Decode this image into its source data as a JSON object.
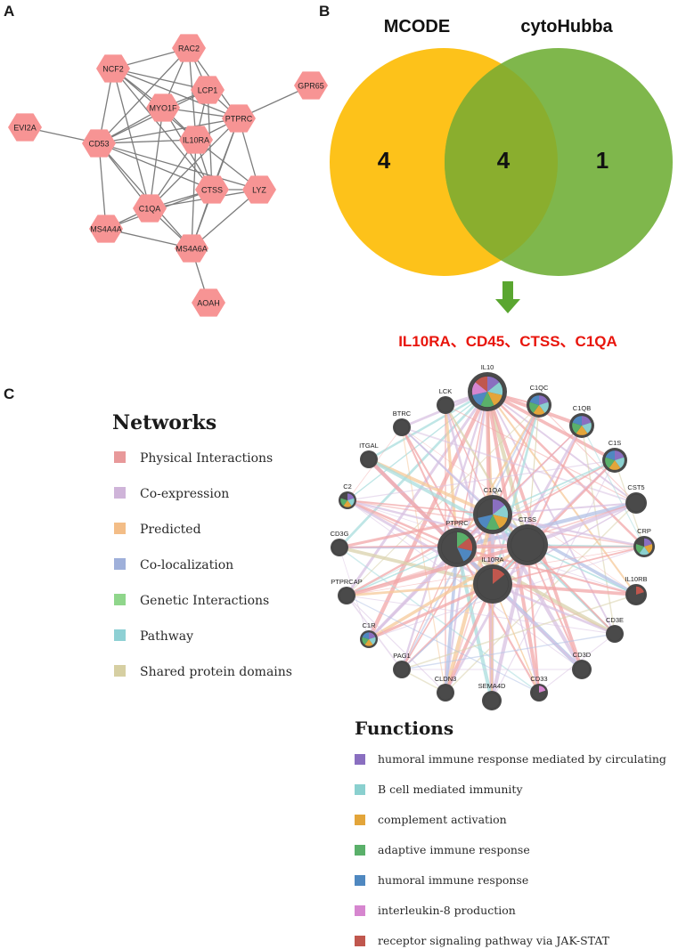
{
  "panels": {
    "a": "A",
    "b": "B",
    "c": "C"
  },
  "ppi_network": {
    "nodes": [
      {
        "id": "RAC2"
      },
      {
        "id": "NCF2"
      },
      {
        "id": "GPR65"
      },
      {
        "id": "LCP1"
      },
      {
        "id": "MYO1F"
      },
      {
        "id": "PTPRC"
      },
      {
        "id": "EVI2A"
      },
      {
        "id": "CD53"
      },
      {
        "id": "IL10RA"
      },
      {
        "id": "CTSS"
      },
      {
        "id": "LYZ"
      },
      {
        "id": "C1QA"
      },
      {
        "id": "MS4A4A"
      },
      {
        "id": "MS4A6A"
      },
      {
        "id": "AOAH"
      }
    ],
    "edges": [
      [
        "RAC2",
        "NCF2"
      ],
      [
        "RAC2",
        "LCP1"
      ],
      [
        "RAC2",
        "MYO1F"
      ],
      [
        "RAC2",
        "PTPRC"
      ],
      [
        "RAC2",
        "CD53"
      ],
      [
        "RAC2",
        "IL10RA"
      ],
      [
        "NCF2",
        "MYO1F"
      ],
      [
        "NCF2",
        "LCP1"
      ],
      [
        "NCF2",
        "PTPRC"
      ],
      [
        "NCF2",
        "IL10RA"
      ],
      [
        "NCF2",
        "CTSS"
      ],
      [
        "NCF2",
        "CD53"
      ],
      [
        "NCF2",
        "C1QA"
      ],
      [
        "GPR65",
        "PTPRC"
      ],
      [
        "LCP1",
        "MYO1F"
      ],
      [
        "LCP1",
        "PTPRC"
      ],
      [
        "LCP1",
        "IL10RA"
      ],
      [
        "LCP1",
        "CD53"
      ],
      [
        "LCP1",
        "CTSS"
      ],
      [
        "MYO1F",
        "PTPRC"
      ],
      [
        "MYO1F",
        "IL10RA"
      ],
      [
        "MYO1F",
        "CD53"
      ],
      [
        "MYO1F",
        "CTSS"
      ],
      [
        "MYO1F",
        "C1QA"
      ],
      [
        "PTPRC",
        "IL10RA"
      ],
      [
        "PTPRC",
        "CD53"
      ],
      [
        "PTPRC",
        "CTSS"
      ],
      [
        "PTPRC",
        "LYZ"
      ],
      [
        "PTPRC",
        "C1QA"
      ],
      [
        "PTPRC",
        "MS4A6A"
      ],
      [
        "EVI2A",
        "CD53"
      ],
      [
        "CD53",
        "IL10RA"
      ],
      [
        "CD53",
        "CTSS"
      ],
      [
        "CD53",
        "C1QA"
      ],
      [
        "CD53",
        "MS4A4A"
      ],
      [
        "CD53",
        "MS4A6A"
      ],
      [
        "CD53",
        "LYZ"
      ],
      [
        "IL10RA",
        "CTSS"
      ],
      [
        "IL10RA",
        "C1QA"
      ],
      [
        "IL10RA",
        "LYZ"
      ],
      [
        "IL10RA",
        "MS4A6A"
      ],
      [
        "CTSS",
        "LYZ"
      ],
      [
        "CTSS",
        "C1QA"
      ],
      [
        "CTSS",
        "MS4A6A"
      ],
      [
        "CTSS",
        "MS4A4A"
      ],
      [
        "LYZ",
        "C1QA"
      ],
      [
        "LYZ",
        "MS4A6A"
      ],
      [
        "C1QA",
        "MS4A4A"
      ],
      [
        "C1QA",
        "MS4A6A"
      ],
      [
        "MS4A4A",
        "MS4A6A"
      ],
      [
        "MS4A6A",
        "AOAH"
      ]
    ],
    "node_color": "#f79494"
  },
  "venn": {
    "left_title": "MCODE",
    "right_title": "cytoHubba",
    "left_only": "4",
    "intersection": "4",
    "right_only": "1",
    "left_color": "#fdc21a",
    "right_color": "#7fb74c",
    "overlap_color": "#8aae2e",
    "arrow_color": "#5aa630",
    "result": "IL10RA、CD45、CTSS、C1QA",
    "result_color": "#e8150c"
  },
  "networks_legend": {
    "title": "Networks",
    "items": [
      {
        "label": "Physical Interactions",
        "color": "#e8999a"
      },
      {
        "label": "Co-expression",
        "color": "#cfb4d9"
      },
      {
        "label": "Predicted",
        "color": "#f3bd87"
      },
      {
        "label": "Co-localization",
        "color": "#9fb0da"
      },
      {
        "label": "Genetic Interactions",
        "color": "#8fd68b"
      },
      {
        "label": "Pathway",
        "color": "#8ed0d4"
      },
      {
        "label": "Shared protein domains",
        "color": "#d6cfa2"
      }
    ]
  },
  "genemania": {
    "nodes": [
      {
        "id": "IL10",
        "fns": [
          0,
          1,
          2,
          3,
          4,
          5,
          6
        ]
      },
      {
        "id": "LCK",
        "fns": []
      },
      {
        "id": "C1QC",
        "fns": [
          0,
          1,
          2,
          3,
          4
        ]
      },
      {
        "id": "BTRC",
        "fns": []
      },
      {
        "id": "C1QB",
        "fns": [
          0,
          1,
          2,
          3,
          4
        ]
      },
      {
        "id": "ITGAL",
        "fns": []
      },
      {
        "id": "C1S",
        "fns": [
          0,
          1,
          2,
          3,
          4
        ]
      },
      {
        "id": "C2",
        "fns": [
          0,
          1,
          2,
          3
        ]
      },
      {
        "id": "CST5",
        "fns": []
      },
      {
        "id": "C1QA",
        "fns": [
          0,
          1,
          2,
          3,
          4
        ]
      },
      {
        "id": "CD3G",
        "fns": []
      },
      {
        "id": "PTPRC",
        "fns": [
          3,
          6,
          4
        ]
      },
      {
        "id": "CTSS",
        "fns": []
      },
      {
        "id": "CRP",
        "fns": [
          0,
          2,
          1,
          3
        ]
      },
      {
        "id": "IL10RA",
        "fns": [
          6
        ]
      },
      {
        "id": "PTPRCAP",
        "fns": []
      },
      {
        "id": "IL10RB",
        "fns": [
          6
        ]
      },
      {
        "id": "C1R",
        "fns": [
          0,
          1,
          2,
          3,
          4
        ]
      },
      {
        "id": "CD3E",
        "fns": []
      },
      {
        "id": "PAG1",
        "fns": []
      },
      {
        "id": "CD3D",
        "fns": []
      },
      {
        "id": "CLDN3",
        "fns": []
      },
      {
        "id": "SEMA4D",
        "fns": []
      },
      {
        "id": "CD33",
        "fns": [
          5
        ]
      }
    ]
  },
  "functions_legend": {
    "title": "Functions",
    "items": [
      {
        "label": "humoral immune response mediated by circulating",
        "color": "#8a6fc0"
      },
      {
        "label": "B cell mediated immunity",
        "color": "#8ad0cf"
      },
      {
        "label": "complement activation",
        "color": "#e3a53a"
      },
      {
        "label": "adaptive immune response",
        "color": "#5ab06a"
      },
      {
        "label": "humoral immune response",
        "color": "#4f88c0"
      },
      {
        "label": "interleukin-8 production",
        "color": "#d686cf"
      },
      {
        "label": "receptor signaling pathway via JAK-STAT",
        "color": "#c0574e"
      }
    ]
  }
}
